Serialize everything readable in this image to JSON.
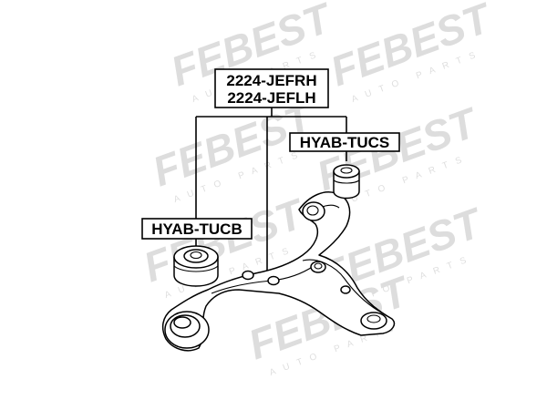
{
  "watermark": {
    "brand": "FEBEST",
    "sub": "AUTO PARTS"
  },
  "labels": {
    "main_part_line1": "2224-JEFRH",
    "main_part_line2": "2224-JEFLH",
    "bushing_right": "HYAB-TUCS",
    "bushing_left": "HYAB-TUCB"
  }
}
